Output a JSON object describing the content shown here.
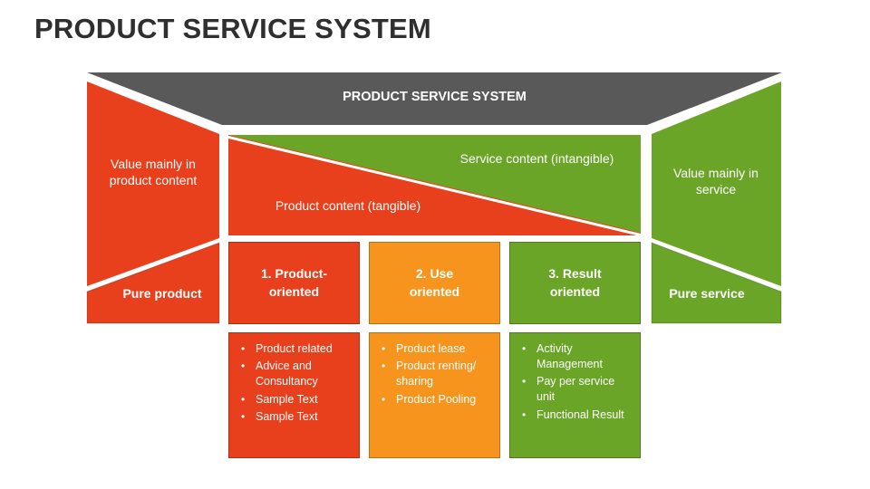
{
  "page": {
    "title": "PRODUCT SERVICE SYSTEM"
  },
  "banner": {
    "label": "PRODUCT SERVICE SYSTEM"
  },
  "left_panel": {
    "label": "Value mainly in product content",
    "bottom_label": "Pure product"
  },
  "right_panel": {
    "label": "Value mainly in service",
    "bottom_label": "Pure service"
  },
  "center": {
    "service_label": "Service content (intangible)",
    "product_label": "Product content (tangible)"
  },
  "categories": [
    {
      "title": "1. Product-oriented",
      "color": "#e8401d",
      "items": [
        "Product related",
        "Advice and Consultancy",
        "Sample Text",
        "Sample Text"
      ]
    },
    {
      "title": "2. Use oriented",
      "color": "#f7941e",
      "items": [
        "Product lease",
        "Product renting/ sharing",
        "Product Pooling"
      ]
    },
    {
      "title": "3. Result oriented",
      "color": "#6aa527",
      "items": [
        "Activity Management",
        "Pay per service unit",
        "Functional Result"
      ]
    }
  ],
  "colors": {
    "red": "#e8401d",
    "orange": "#f7941e",
    "green": "#6aa527",
    "gray": "#595959"
  }
}
